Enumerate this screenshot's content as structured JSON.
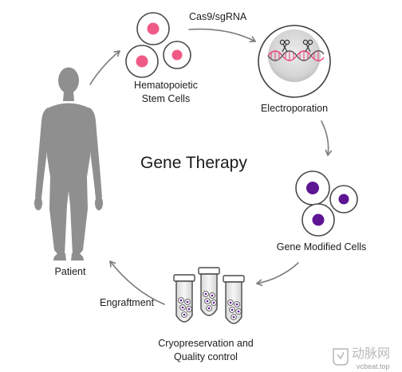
{
  "diagram": {
    "title": "Gene Therapy",
    "steps": {
      "cas9": "Cas9/sgRNA",
      "hsc_line1": "Hematopoietic",
      "hsc_line2": "Stem Cells",
      "electroporation": "Electroporation",
      "modified": "Gene Modified Cells",
      "cryo_line1": "Cryopreservation and",
      "cryo_line2": "Quality control",
      "engraftment": "Engraftment",
      "patient": "Patient"
    }
  },
  "watermark": {
    "brand": "动脉网",
    "domain": "vcbeat.top"
  },
  "colors": {
    "stem_nucleus": "#ef5a86",
    "modified_nucleus": "#5d1593",
    "silhouette": "#8f8f8f",
    "arrow": "#7b7b7b",
    "dna_pink": "#e8457a",
    "dna_dark": "#555555"
  }
}
